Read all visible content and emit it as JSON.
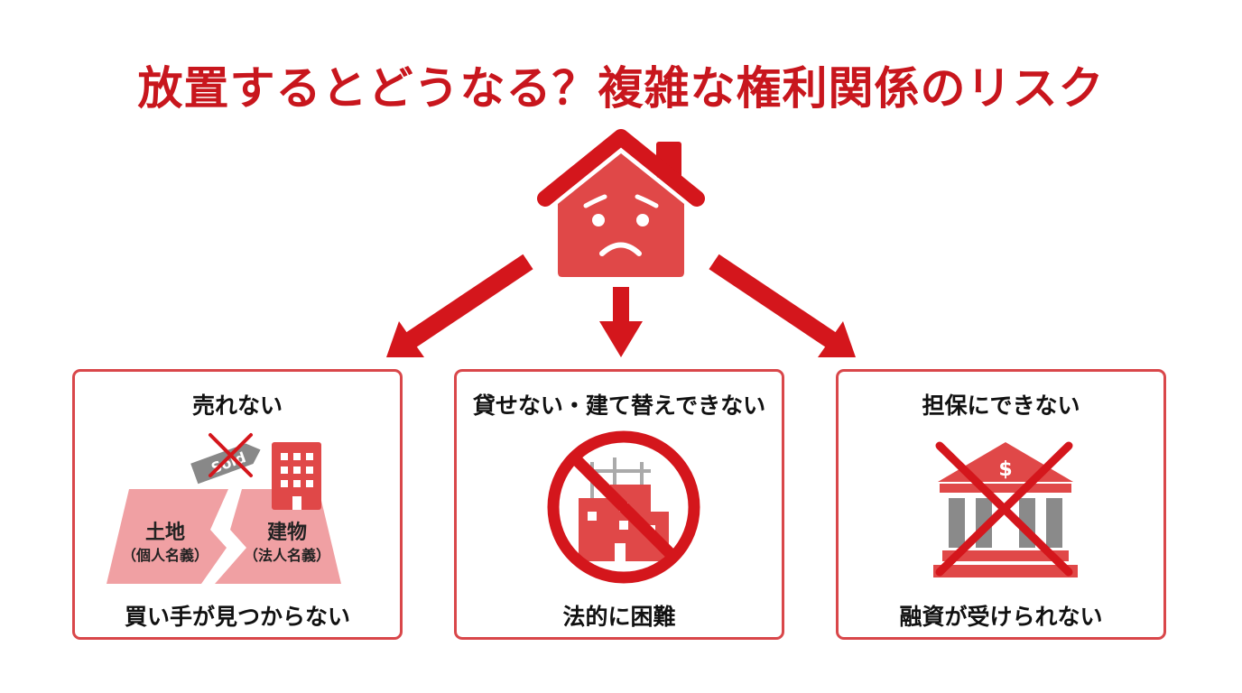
{
  "title": "放置するとどうなる？複雑な権利関係のリスク",
  "center_icon": "sad-house-icon",
  "colors": {
    "accent": "#c8161d",
    "box_border": "#d9474a",
    "icon_red": "#e04848",
    "land_pink": "#f0a0a3",
    "gray": "#8a8a8a"
  },
  "cards": [
    {
      "heading": "売れない",
      "footer": "買い手が見つからない",
      "icon": "split-land-building-icon",
      "tag_text": "Sold",
      "land_label": "土地",
      "land_owner": "（個人名義）",
      "building_label": "建物",
      "building_owner": "（法人名義）"
    },
    {
      "heading": "貸せない・建て替えできない",
      "footer": "法的に困難",
      "icon": "no-construction-icon"
    },
    {
      "heading": "担保にできない",
      "footer": "融資が受けられない",
      "icon": "bank-crossed-icon",
      "bank_symbol": "$"
    }
  ]
}
